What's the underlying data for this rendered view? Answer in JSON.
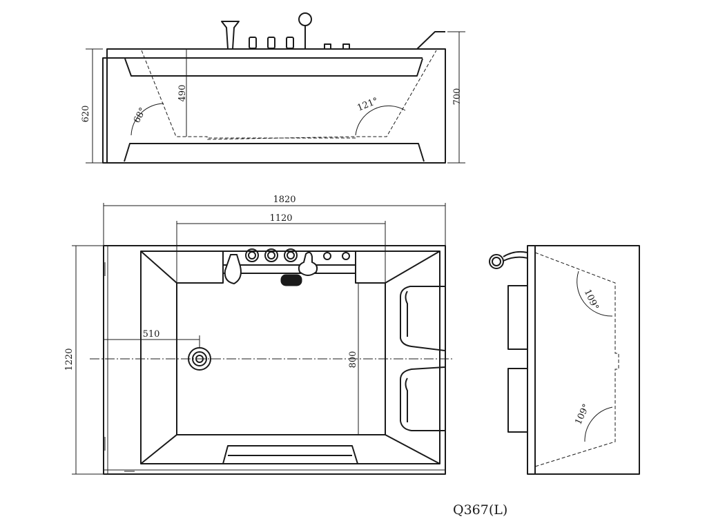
{
  "model_code": "Q367(L)",
  "side_view": {
    "height_inner": "620",
    "depth": "490",
    "height_outer": "700",
    "angle_left": "68°",
    "angle_right": "121°"
  },
  "top_view": {
    "length": "1820",
    "inner_length": "1120",
    "width": "1220",
    "drain_offset": "510",
    "inner_width": "800"
  },
  "end_view": {
    "angle_top": "109°",
    "angle_bottom": "109°"
  },
  "colors": {
    "ink": "#1a1a1a",
    "paper": "#ffffff"
  }
}
